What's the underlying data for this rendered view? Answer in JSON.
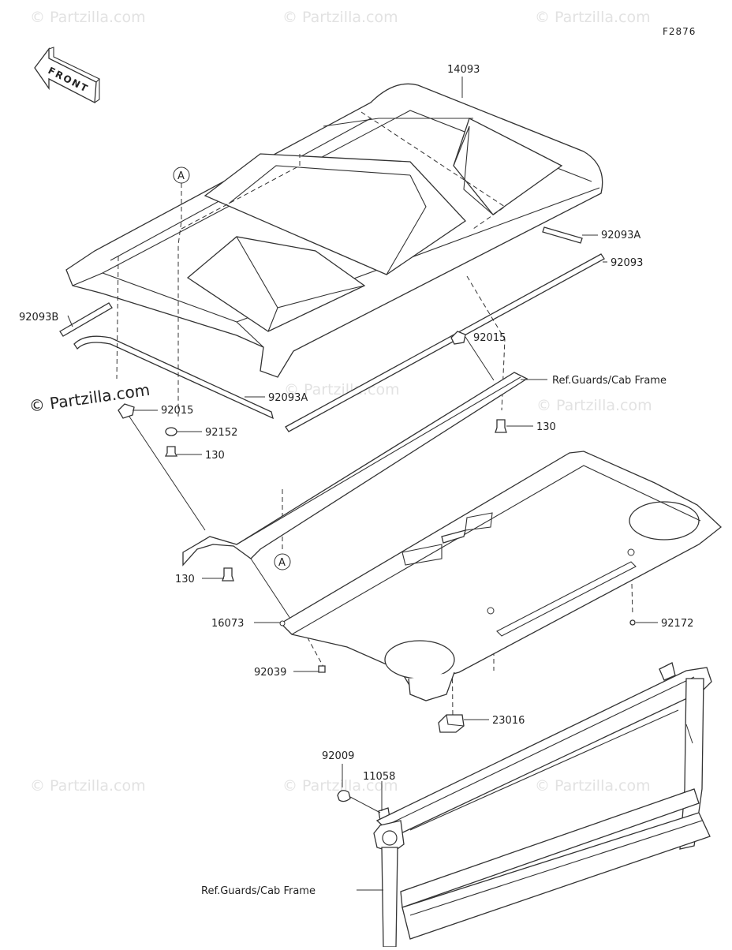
{
  "figure_code": "F2876",
  "front_arrow_label": "FRONT",
  "watermark_text": "© Partzilla.com",
  "reference_marker": "A",
  "parts": [
    {
      "id": "roof",
      "number": "14093"
    },
    {
      "id": "seal-right-short",
      "number": "92093A"
    },
    {
      "id": "seal-right-long",
      "number": "92093"
    },
    {
      "id": "seal-left-short",
      "number": "92093B"
    },
    {
      "id": "seal-left-long",
      "number": "92093A"
    },
    {
      "id": "clip-left",
      "number": "92015"
    },
    {
      "id": "nut-left",
      "number": "92152"
    },
    {
      "id": "bolt-left-upper",
      "number": "130"
    },
    {
      "id": "clip-right",
      "number": "92015"
    },
    {
      "id": "bolt-right",
      "number": "130"
    },
    {
      "id": "bolt-left-lower",
      "number": "130"
    },
    {
      "id": "headliner",
      "number": "16073"
    },
    {
      "id": "rivet-left",
      "number": "92039"
    },
    {
      "id": "rivet-right",
      "number": "92172"
    },
    {
      "id": "dome-lamp",
      "number": "23016"
    },
    {
      "id": "screw",
      "number": "92009"
    },
    {
      "id": "bracket",
      "number": "11058"
    }
  ],
  "references": {
    "upper": "Ref.Guards/Cab Frame",
    "lower": "Ref.Guards/Cab Frame"
  }
}
